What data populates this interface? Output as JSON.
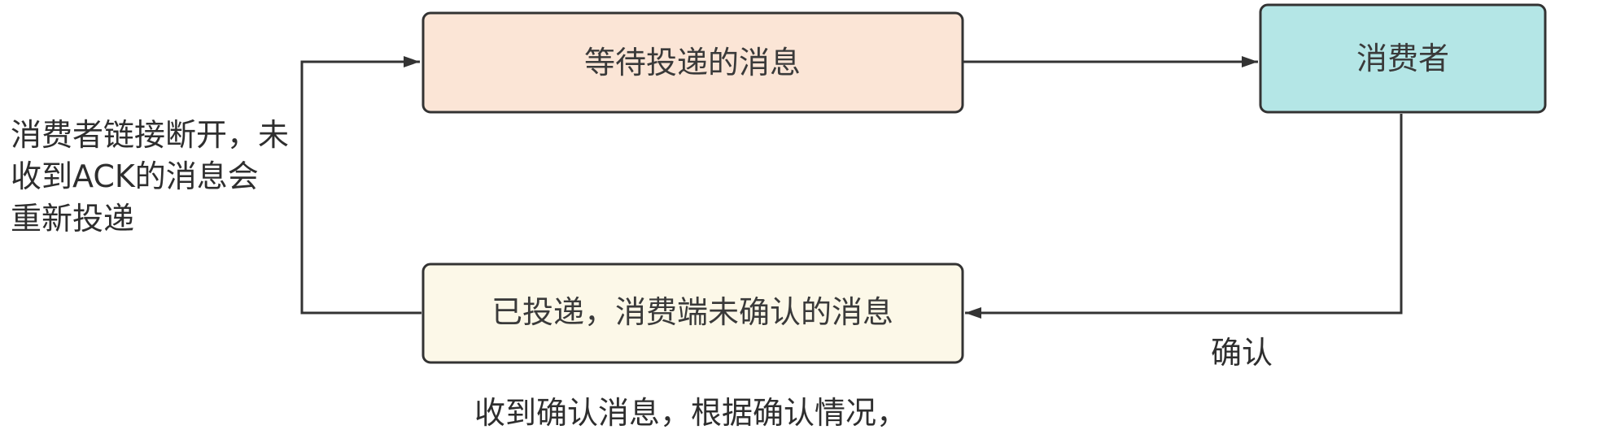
{
  "nodes": {
    "waiting": {
      "label": "等待投递的消息",
      "fill": "#fbe5d6"
    },
    "consumer": {
      "label": "消费者",
      "fill": "#b4e6e6"
    },
    "unacked": {
      "label": "已投递，消费端未确认的消息",
      "fill": "#fcf8e8"
    }
  },
  "annotations": {
    "redeliver_line1": "消费者链接断开，未",
    "redeliver_line2": "收到ACK的消息会",
    "redeliver_line3": "重新投递",
    "confirm": "确认",
    "bottom_note": "收到确认消息，根据确认情况，"
  },
  "colors": {
    "stroke": "#333333",
    "text": "#2e2e2e"
  }
}
